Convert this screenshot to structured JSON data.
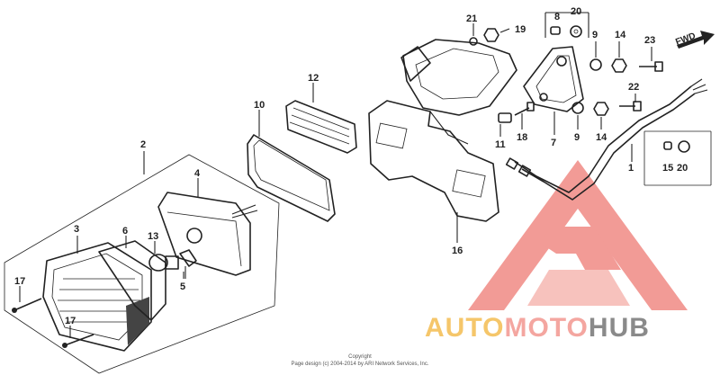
{
  "direction_label": "FWD",
  "copyright": {
    "line1": "Copyright",
    "line2": "Page design (c) 2004-2014 by ARI Network Services, Inc."
  },
  "watermark": {
    "part1": "AUTO",
    "part2": "MOTO",
    "part3": "HUB",
    "colors": {
      "auto": "#f5c66a",
      "moto": "#f4a6a0",
      "hub": "#8a8a8a",
      "logo": "#f08a84"
    }
  },
  "callouts": [
    "1",
    "2",
    "3",
    "4",
    "5",
    "6",
    "7",
    "8",
    "9",
    "9",
    "11",
    "12",
    "13",
    "14",
    "14",
    "15",
    "16",
    "17",
    "17",
    "18",
    "19",
    "20",
    "20",
    "21",
    "22",
    "23",
    "10"
  ]
}
